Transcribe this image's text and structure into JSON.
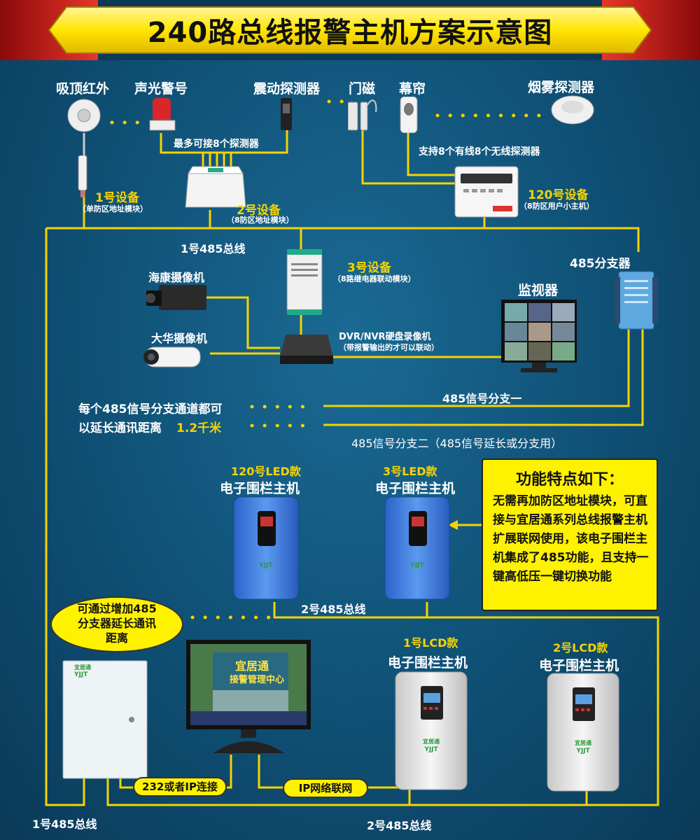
{
  "title": "240路总线报警主机方案示意图",
  "top_devices": {
    "pir": "吸顶红外",
    "siren": "声光警号",
    "vibration": "震动探测器",
    "door": "门磁",
    "curtain": "幕帘",
    "smoke": "烟雾探测器"
  },
  "notes": {
    "max8": "最多可接8个探测器",
    "wired_wireless": "支持8个有线8个无线探测器"
  },
  "device1": {
    "name": "1号设备",
    "sub": "（单防区地址模块）"
  },
  "device2": {
    "name": "2号设备",
    "sub": "（8防区地址模块）"
  },
  "device120": {
    "name": "120号设备",
    "sub": "（8防区用户小主机）"
  },
  "device3": {
    "name": "3号设备",
    "sub": "（8路继电器联动模块）"
  },
  "bus1_label": "1号485总线",
  "hik_camera": "海康摄像机",
  "dahua_camera": "大华摄像机",
  "monitor": "监视器",
  "splitter": "485分支器",
  "dvr": {
    "name": "DVR/NVR硬盘录像机",
    "sub": "（带报警输出的才可以联动）"
  },
  "branch_note": {
    "line1": "每个485信号分支通道都可",
    "line2": "以延长通讯距离",
    "dist": "1.2千米"
  },
  "branch1": "485信号分支一",
  "branch2": "485信号分支二（485信号延长或分支用）",
  "fence_led120": {
    "num": "120号LED款",
    "name": "电子围栏主机"
  },
  "fence_led3": {
    "num": "3号LED款",
    "name": "电子围栏主机"
  },
  "feature": {
    "title": "功能特点如下：",
    "body": "无需再加防区地址模块，可直接与宜居通系列总线报警主机扩展联网使用，该电子围栏主机集成了485功能，且支持一键高低压一键切换功能"
  },
  "bus2_mid": "2号485总线",
  "oval_note": "可通过增加485\n分支器延长通讯\n距离",
  "fence_lcd1": {
    "num": "1号LCD款",
    "name": "电子围栏主机"
  },
  "fence_lcd2": {
    "num": "2号LCD款",
    "name": "电子围栏主机"
  },
  "center_screen": {
    "brand": "宜居通",
    "name": "接警管理中心"
  },
  "brand_logo": "YJJT",
  "brand_cn": "宜居通",
  "link232": "232或者IP连接",
  "ip_net": "IP网络联网",
  "bus1_bottom": "1号485总线",
  "bus2_bottom": "2号485总线",
  "colors": {
    "wire": "#f5d400",
    "yellow_label": "#f5d400",
    "background": "#0f4f74",
    "title_bar": "#ffe600"
  }
}
